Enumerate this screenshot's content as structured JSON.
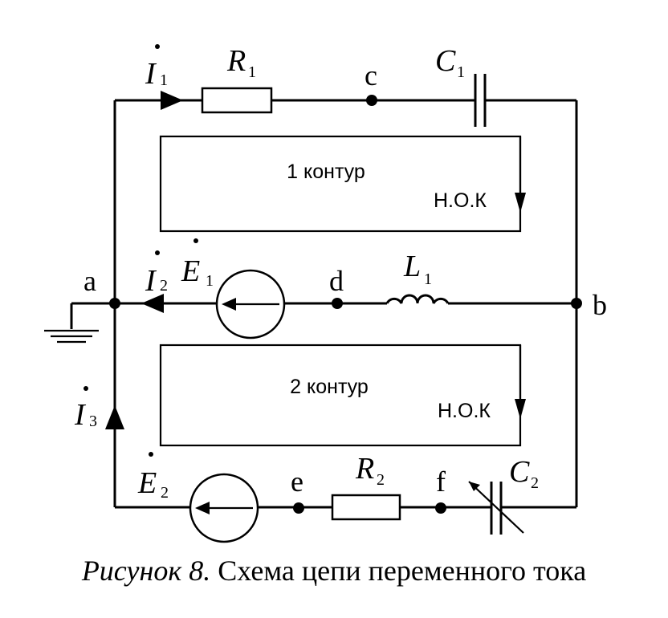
{
  "labels": {
    "I1_main": "I",
    "I1_sub": "1",
    "R1_main": "R",
    "R1_sub": "1",
    "c": "c",
    "C1_main": "C",
    "C1_sub": "1",
    "loop1": "1 контур",
    "nok1": "Н.О.К",
    "a": "a",
    "I2_main": "I",
    "I2_sub": "2",
    "E1_main": "E",
    "E1_sub": "1",
    "d": "d",
    "L1_main": "L",
    "L1_sub": "1",
    "b": "b",
    "loop2": "2 контур",
    "nok2": "Н.О.К",
    "I3_main": "I",
    "I3_sub": "3",
    "E2_main": "E",
    "E2_sub": "2",
    "e": "e",
    "R2_main": "R",
    "R2_sub": "2",
    "f": "f",
    "C2_main": "C",
    "C2_sub": "2"
  },
  "caption": {
    "figure": "Рисунок 8.",
    "text": " Схема цепи переменного тока"
  }
}
